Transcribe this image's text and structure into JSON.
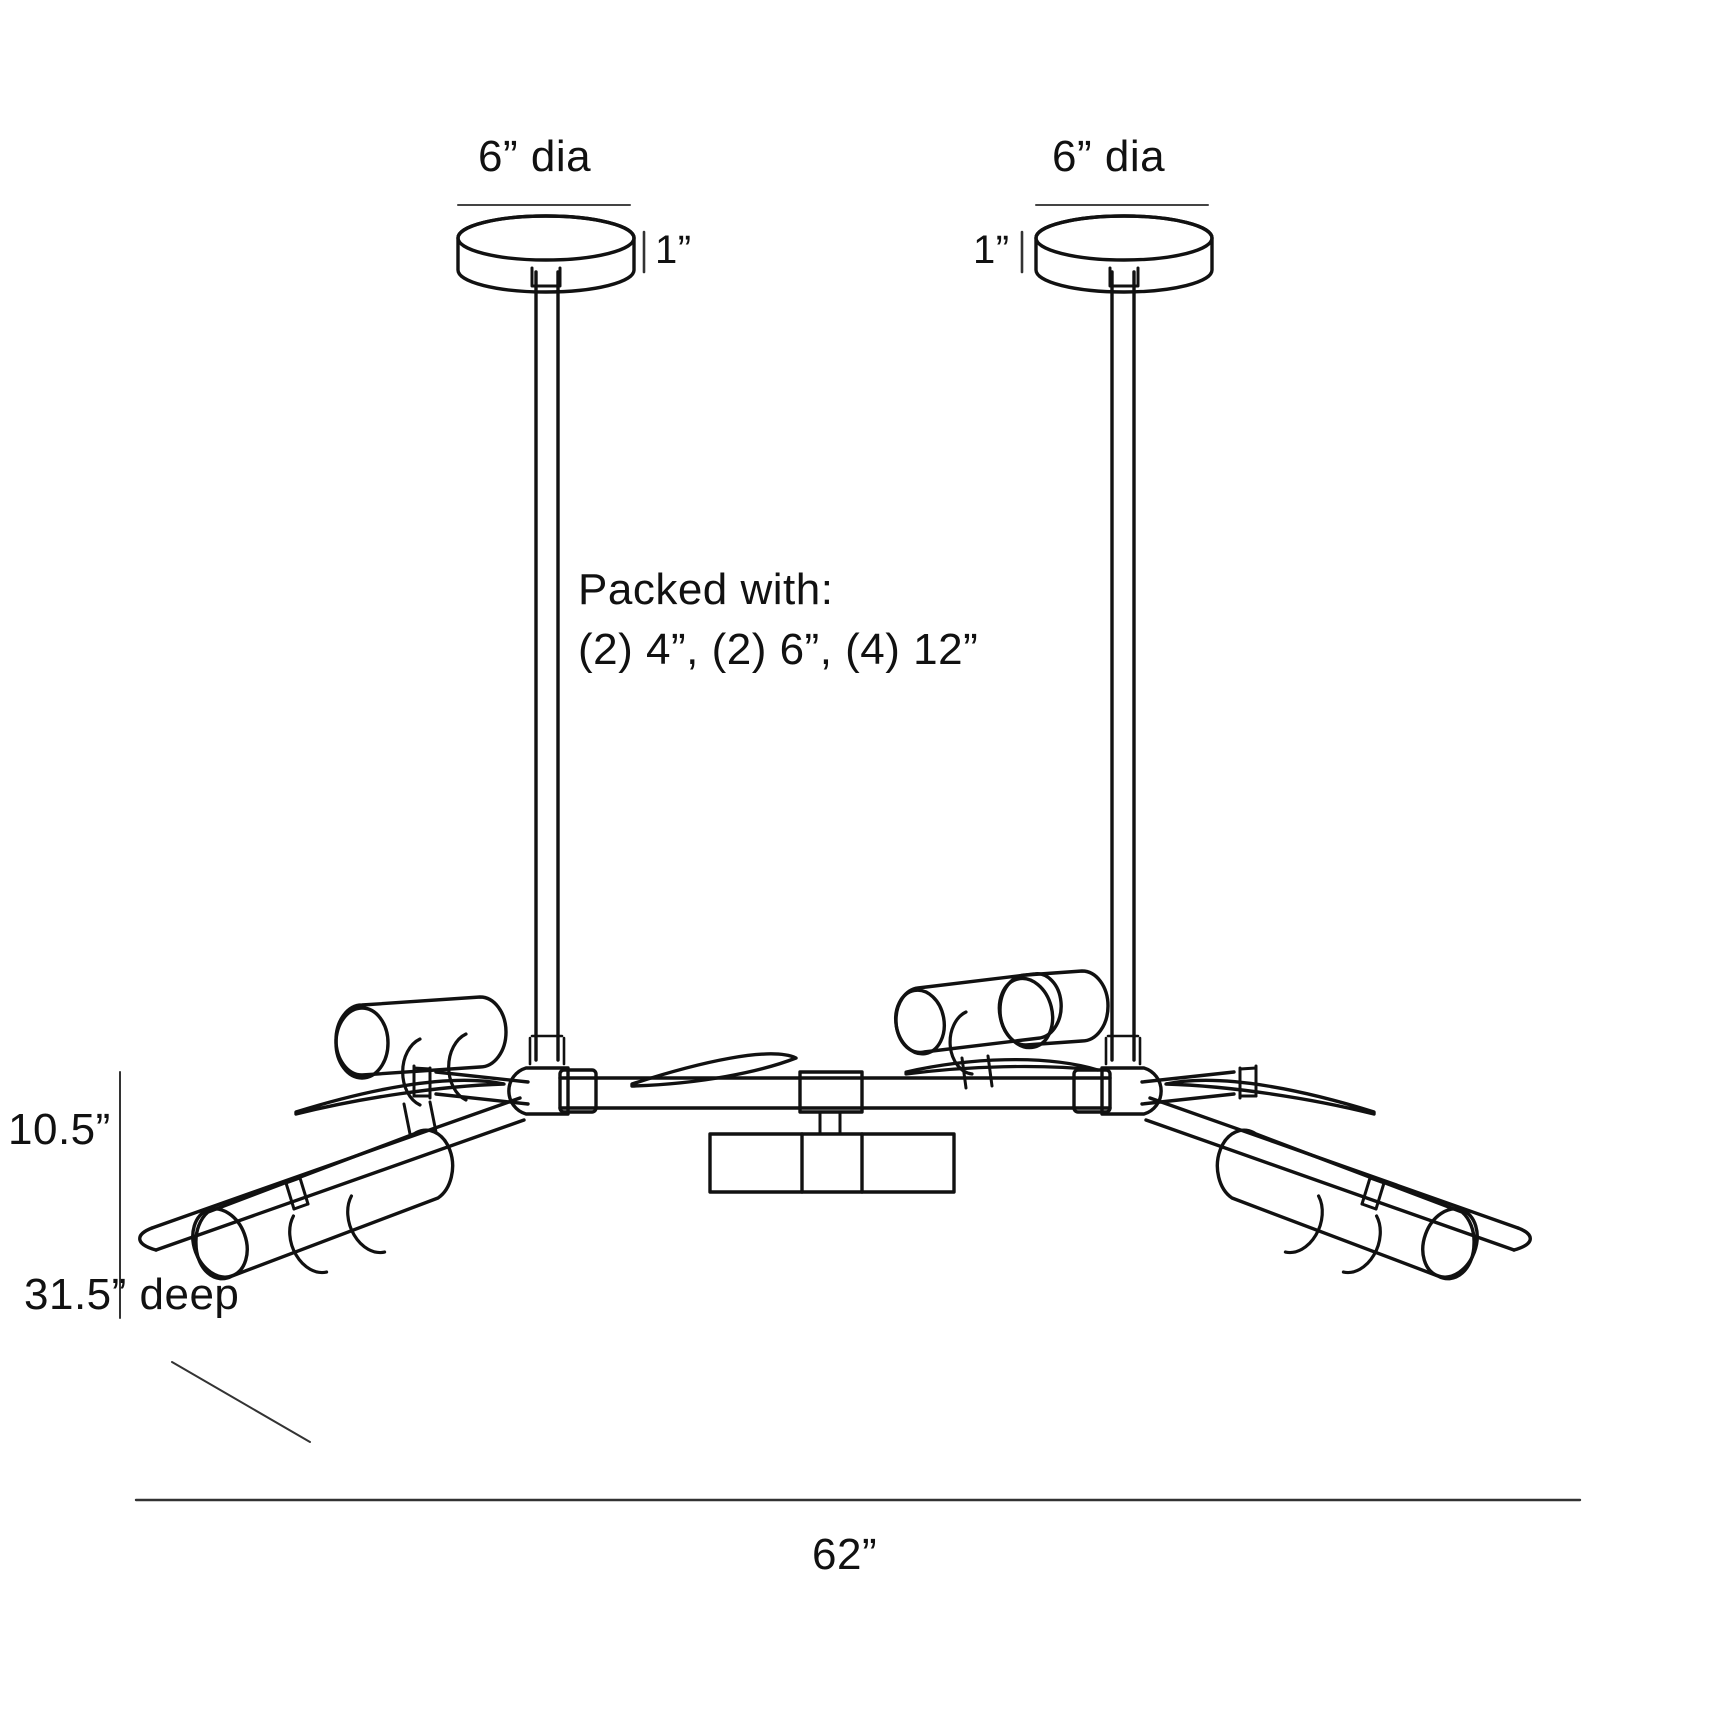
{
  "drawing": {
    "type": "technical-dimension-drawing",
    "subject": "linear chandelier light fixture",
    "background_color": "#ffffff",
    "line_color": "#111111",
    "text_color": "#111111"
  },
  "dimensions": {
    "canopy_left_diameter": "6” dia",
    "canopy_left_thickness": "1”",
    "canopy_right_diameter": "6” dia",
    "canopy_right_thickness": "1”",
    "height": "10.5”",
    "depth": "31.5” deep",
    "width": "62”"
  },
  "notes": {
    "packed_with_title": "Packed with:",
    "packed_with_items": "(2) 4”, (2) 6”, (4) 12”"
  }
}
